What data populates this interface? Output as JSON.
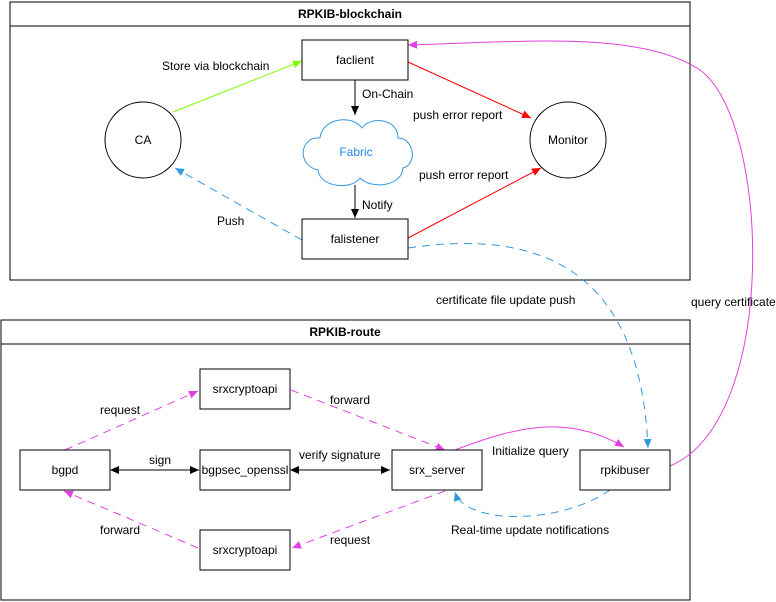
{
  "groups": {
    "blockchain": {
      "title": "RPKIB-blockchain"
    },
    "route": {
      "title": "RPKIB-route"
    }
  },
  "nodes": {
    "faclient": "faclient",
    "ca": "CA",
    "fabric": "Fabric",
    "monitor": "Monitor",
    "falistener": "falistener",
    "bgpd": "bgpd",
    "srxcryptoapi_top": "srxcryptoapi",
    "bgpsec_openssl": "bgpsec_openssl",
    "srx_server": "srx_server",
    "rpkibuser": "rpkibuser",
    "srxcryptoapi_bottom": "srxcryptoapi"
  },
  "edge_labels": {
    "store_via_blockchain": "Store via blockchain",
    "on_chain": "On-Chain",
    "push_error_report_1": "push error report",
    "push_error_report_2": "push error report",
    "notify": "Notify",
    "push": "Push",
    "certificate_file_update_push": "certificate file update push",
    "query_certificates": "query certificates",
    "request_top": "request",
    "forward_top": "forward",
    "sign": "sign",
    "verify_signature": "verify signature",
    "initialize_query": "Initialize query",
    "forward_bottom": "forward",
    "request_bottom": "request",
    "real_time_update_notifications": "Real-time update notifications"
  },
  "colors": {
    "green": "#80FF00",
    "red": "#FF0000",
    "blue_dashed": "#3399DD",
    "magenta": "#E040E0",
    "black": "#000000",
    "fabric_text": "#1E88E5"
  }
}
